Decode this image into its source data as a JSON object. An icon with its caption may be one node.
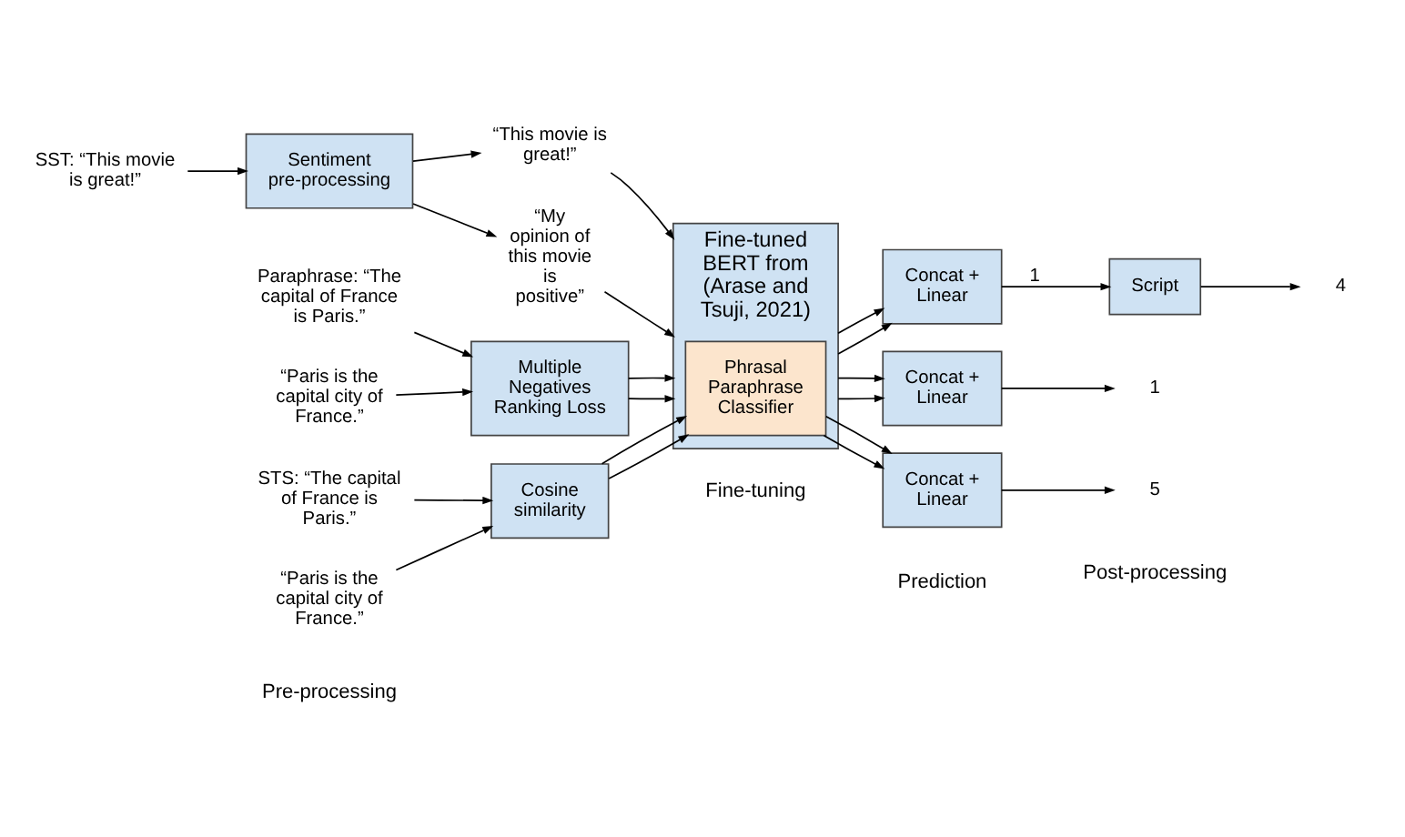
{
  "diagram": {
    "nodes": [
      {
        "text": [
          "SST: “This movie is great!”"
        ]
      },
      {
        "text": [
          "Sentiment pre-processing"
        ]
      },
      {
        "text": [
          "“This movie is great!”"
        ]
      },
      {
        "text": [
          "“My opinion of this movie is positive”"
        ]
      },
      {
        "text": [
          "Paraphrase: “The capital of France is Paris.”"
        ]
      },
      {
        "text": [
          "“Paris is the capital city of France.”"
        ]
      },
      {
        "text": [
          "Multiple Negatives Ranking Loss"
        ]
      },
      {
        "text": [
          "STS: “The capital of France is Paris.”"
        ]
      },
      {
        "text": [
          "“Paris is the capital city of France.”"
        ]
      },
      {
        "text": [
          "Cosine similarity"
        ]
      },
      {
        "text": [
          "Fine-tuned BERT from (Arase and Tsuji, 2021)"
        ]
      },
      {
        "text": [
          "Phrasal Paraphrase Classifier"
        ],
        "in": 10
      },
      {
        "text": [
          "Concat + Linear"
        ]
      },
      {
        "text": [
          "Concat + Linear"
        ]
      },
      {
        "text": [
          "Concat + Linear"
        ]
      },
      {
        "text": [
          "Script"
        ]
      },
      {
        "text": [
          "4"
        ]
      },
      {
        "text": [
          "1"
        ]
      },
      {
        "text": [
          "5"
        ]
      }
    ],
    "edges": [
      {
        "from": 0,
        "to": 1,
        "arrow": "to"
      },
      {
        "from": 1,
        "to": 2,
        "arrow": "to"
      },
      {
        "from": 1,
        "to": 3,
        "arrow": "to"
      },
      {
        "from": 2,
        "to": 10,
        "arrow": "to"
      },
      {
        "from": 3,
        "to": 10,
        "arrow": "to"
      },
      {
        "from": 4,
        "to": 6,
        "arrow": "to"
      },
      {
        "from": 5,
        "to": 6,
        "arrow": "to"
      },
      {
        "from": 6,
        "to": 10,
        "arrow": "to"
      },
      {
        "from": 6,
        "to": 10,
        "arrow": "to"
      },
      {
        "from": 7,
        "to": 9,
        "arrow": "to"
      },
      {
        "from": 8,
        "to": 9,
        "arrow": "to"
      },
      {
        "from": 9,
        "to": 11,
        "arrow": "to"
      },
      {
        "from": 9,
        "to": 11,
        "arrow": "to"
      },
      {
        "from": 10,
        "to": 12,
        "arrow": "to"
      },
      {
        "from": 10,
        "to": 12,
        "arrow": "to"
      },
      {
        "from": 10,
        "to": 13,
        "arrow": "to"
      },
      {
        "from": 10,
        "to": 13,
        "arrow": "to"
      },
      {
        "from": 11,
        "to": 14,
        "arrow": "to"
      },
      {
        "from": 11,
        "to": 14,
        "arrow": "to"
      },
      {
        "from": 12,
        "to": 15,
        "label": "1",
        "arrow": "to"
      },
      {
        "from": 15,
        "to": 16,
        "arrow": "to"
      },
      {
        "from": 13,
        "to": 17,
        "arrow": "to"
      },
      {
        "from": 14,
        "to": 18,
        "arrow": "to"
      }
    ],
    "labels": [
      "Pre-processing",
      "Fine-tuning",
      "Prediction",
      "Post-processing"
    ]
  }
}
